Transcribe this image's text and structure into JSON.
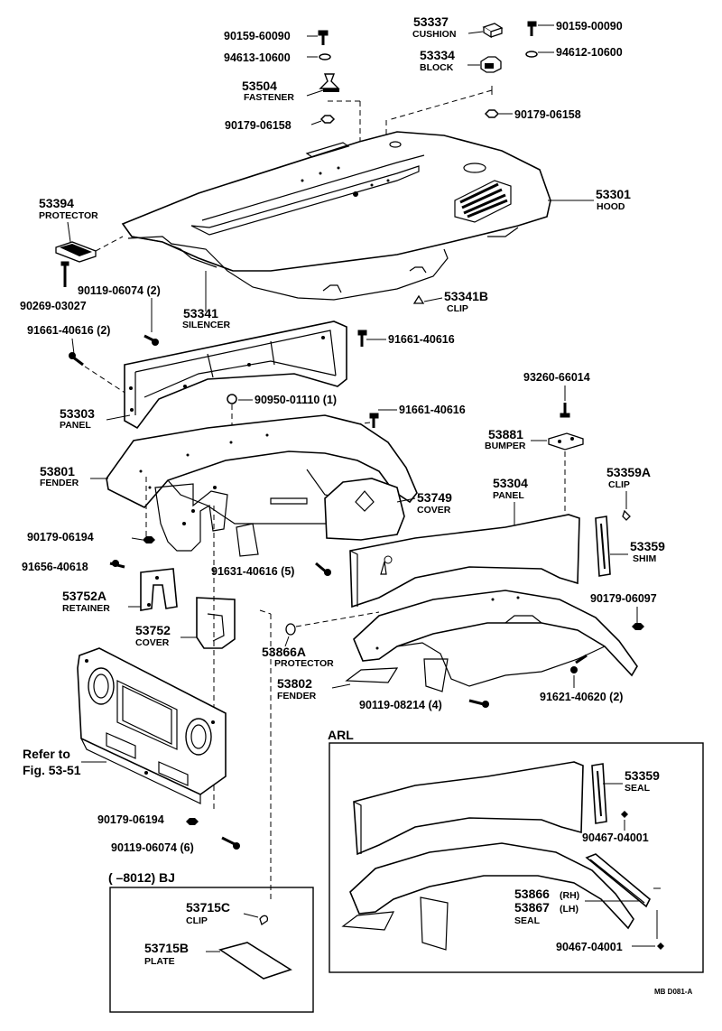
{
  "parts": {
    "p90159_60090": "90159-60090",
    "p53337": "53337",
    "n53337": "CUSHION",
    "p90159_00090": "90159-00090",
    "p94613_10600": "94613-10600",
    "p53334": "53334",
    "n53334": "BLOCK",
    "p94612_10600": "94612-10600",
    "p53504": "53504",
    "n53504": "FASTENER",
    "p90179_06158a": "90179-06158",
    "p90179_06158b": "90179-06158",
    "p53394": "53394",
    "n53394": "PROTECTOR",
    "p53301": "53301",
    "n53301": "HOOD",
    "p90269_03027": "90269-03027",
    "p90119_06074_2": "90119-06074 (2)",
    "p53341": "53341",
    "n53341": "SILENCER",
    "p53341B": "53341B",
    "n53341B": "CLIP",
    "p91661_40616_2": "91661-40616 (2)",
    "p91661_40616a": "91661-40616",
    "p93260_66014": "93260-66014",
    "p90950_01110_1": "90950-01110 (1)",
    "p91661_40616b": "91661-40616",
    "p53303": "53303",
    "n53303": "PANEL",
    "p53881": "53881",
    "n53881": "BUMPER",
    "p53801": "53801",
    "n53801": "FENDER",
    "p53304": "53304",
    "n53304": "PANEL",
    "p53359A": "53359A",
    "n53359A": "CLIP",
    "p53749": "53749",
    "n53749": "COVER",
    "p90179_06194a": "90179-06194",
    "p53359": "53359",
    "n53359": "SHIM",
    "p91656_40618": "91656-40618",
    "p91631_40616_5": "91631-40616 (5)",
    "p53752A": "53752A",
    "n53752A": "RETAINER",
    "p90179_06097": "90179-06097",
    "p53752": "53752",
    "n53752": "COVER",
    "p53866A": "53866A",
    "n53866A": "PROTECTOR",
    "p53802": "53802",
    "n53802": "FENDER",
    "p91621_40620_2": "91621-40620 (2)",
    "p90119_08214_4": "90119-08214 (4)",
    "refer1": "Refer to",
    "refer2": "Fig. 53-51",
    "p90179_06194b": "90179-06194",
    "p90119_06074_6": "90119-06074 (6)",
    "arl": "ARL",
    "p53359_seal": "53359",
    "n53359_seal": "SEAL",
    "p90467_04001a": "90467-04001",
    "p53866": "53866",
    "p53866_side": "(RH)",
    "p53867": "53867",
    "p53867_side": "(LH)",
    "n53866_seal": "SEAL",
    "p90467_04001b": "90467-04001",
    "bj_range": "(      –8012)  BJ",
    "p53715C": "53715C",
    "n53715C": "CLIP",
    "p53715B": "53715B",
    "n53715B": "PLATE",
    "code": "MB  D081-A"
  }
}
